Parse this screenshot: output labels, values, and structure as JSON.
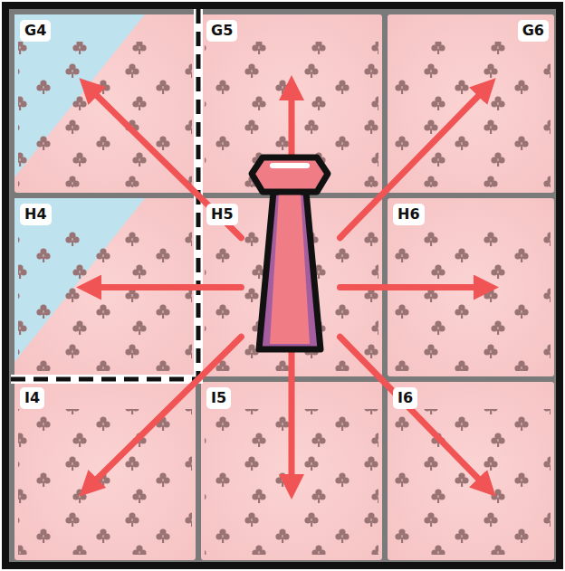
{
  "diagram": {
    "nodes": [
      {
        "text": [
          "G4"
        ]
      },
      {
        "text": [
          "G5"
        ]
      },
      {
        "text": [
          "G6"
        ]
      },
      {
        "text": [
          "H4"
        ]
      },
      {
        "text": [
          "H5"
        ]
      },
      {
        "text": [
          "H6"
        ]
      },
      {
        "text": [
          "I4"
        ]
      },
      {
        "text": [
          "I5"
        ]
      },
      {
        "text": [
          "I6"
        ]
      }
    ],
    "edges": [
      {
        "from": 4,
        "to": 0,
        "arrow": "to"
      },
      {
        "from": 4,
        "to": 1,
        "arrow": "to"
      },
      {
        "from": 4,
        "to": 2,
        "arrow": "to"
      },
      {
        "from": 4,
        "to": 3,
        "arrow": "to"
      },
      {
        "from": 4,
        "to": 5,
        "arrow": "to"
      },
      {
        "from": 4,
        "to": 6,
        "arrow": "to"
      },
      {
        "from": 4,
        "to": 7,
        "arrow": "to"
      },
      {
        "from": 4,
        "to": 8,
        "arrow": "to"
      }
    ]
  }
}
